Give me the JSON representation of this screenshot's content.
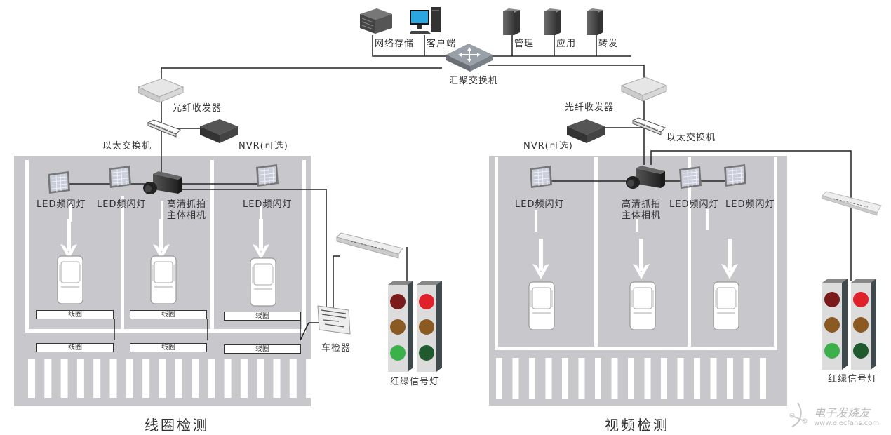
{
  "diagram": {
    "core": {
      "storage_label": "网络存储",
      "client_label": "客户端",
      "management_label": "管理",
      "application_label": "应用",
      "forwarding_label": "转发",
      "aggregation_switch_label": "汇聚交换机"
    },
    "left": {
      "title": "线圈检测",
      "fiber_transceiver_label": "光纤收发器",
      "ethernet_switch_label": "以太交换机",
      "nvr_label": "NVR(可选)",
      "led_labels": [
        "LED频闪灯",
        "LED频闪灯",
        "LED频闪灯"
      ],
      "camera_label_line1": "高清抓拍",
      "camera_label_line2": "主体相机",
      "coil_label": "线圈",
      "coils": [
        "线圈",
        "线圈",
        "线圈",
        "线圈",
        "线圈",
        "线圈"
      ],
      "vehicle_detector_label": "车检器",
      "traffic_light_label": "红绿信号灯"
    },
    "right": {
      "title": "视频检测",
      "fiber_transceiver_label": "光纤收发器",
      "ethernet_switch_label": "以太交换机",
      "nvr_label": "NVR(可选)",
      "led_labels": [
        "LED频闪灯",
        "LED频闪灯",
        "LED频闪灯"
      ],
      "camera_label_line1": "高清抓拍",
      "camera_label_line2": "主体相机",
      "traffic_light_label": "红绿信号灯"
    },
    "colors": {
      "road": "#c8c8cc",
      "line": "#222222",
      "red_on": "#e0202a",
      "red_off": "#7a1a1a",
      "amber": "#8a5a22",
      "green_on": "#3cb04a",
      "green_off": "#1f5a2e"
    },
    "watermark": {
      "brand": "电子发烧友",
      "url": "www.elecfans.com"
    }
  }
}
